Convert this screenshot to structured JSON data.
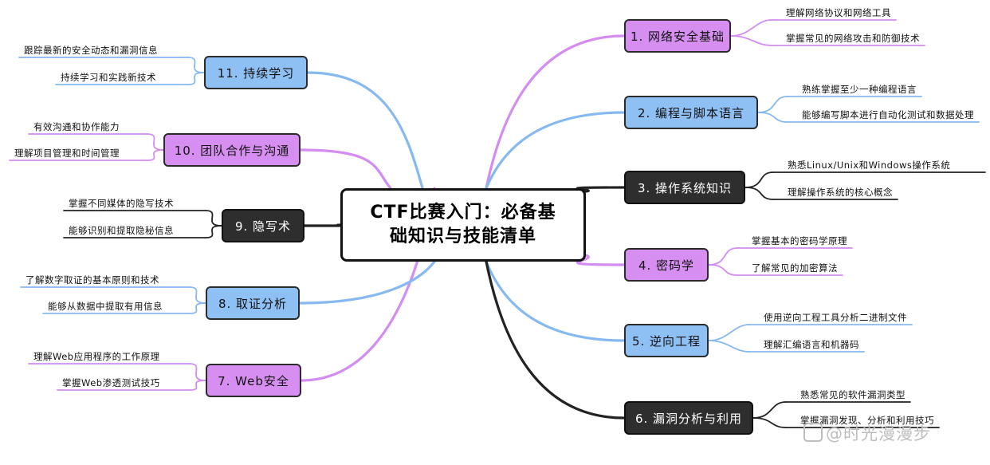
{
  "center": {
    "line1": "CTF比赛入门：必备基",
    "line2": "础知识与技能清单"
  },
  "branches": [
    {
      "label": "1. 网络安全基础",
      "theme": "purple",
      "side": "right",
      "children": [
        "理解网络协议和网络工具",
        "掌握常见的网络攻击和防御技术"
      ]
    },
    {
      "label": "2. 编程与脚本语言",
      "theme": "blue",
      "side": "right",
      "children": [
        "熟练掌握至少一种编程语言",
        "能够编写脚本进行自动化测试和数据处理"
      ]
    },
    {
      "label": "3. 操作系统知识",
      "theme": "dark",
      "side": "right",
      "children": [
        "熟悉Linux/Unix和Windows操作系统",
        "理解操作系统的核心概念"
      ]
    },
    {
      "label": "4. 密码学",
      "theme": "purple",
      "side": "right",
      "children": [
        "掌握基本的密码学原理",
        "了解常见的加密算法"
      ]
    },
    {
      "label": "5. 逆向工程",
      "theme": "blue",
      "side": "right",
      "children": [
        "使用逆向工程工具分析二进制文件",
        "理解汇编语言和机器码"
      ]
    },
    {
      "label": "6. 漏洞分析与利用",
      "theme": "dark",
      "side": "right",
      "children": [
        "熟悉常见的软件漏洞类型",
        "掌握漏洞发现、分析和利用技巧"
      ]
    },
    {
      "label": "7. Web安全",
      "theme": "purple",
      "side": "left",
      "children": [
        "理解Web应用程序的工作原理",
        "掌握Web渗透测试技巧"
      ]
    },
    {
      "label": "8. 取证分析",
      "theme": "blue",
      "side": "left",
      "children": [
        "了解数字取证的基本原则和技术",
        "能够从数据中提取有用信息"
      ]
    },
    {
      "label": "9. 隐写术",
      "theme": "dark",
      "side": "left",
      "children": [
        "掌握不同媒体的隐写技术",
        "能够识别和提取隐秘信息"
      ]
    },
    {
      "label": "10. 团队合作与沟通",
      "theme": "purple",
      "side": "left",
      "children": [
        "有效沟通和协作能力",
        "理解项目管理和时间管理"
      ]
    },
    {
      "label": "11. 持续学习",
      "theme": "blue",
      "side": "left",
      "children": [
        "跟踪最新的安全动态和漏洞信息",
        "持续学习和实践新技术"
      ]
    }
  ],
  "colors": {
    "purple": "#d68ff0",
    "blue": "#8fc0f4",
    "dark": "#2e2e2e",
    "purpleLine": "#d48cf0",
    "blueLine": "#86b9f0",
    "darkLine": "#222222"
  },
  "watermark": "@时光漫漫步"
}
